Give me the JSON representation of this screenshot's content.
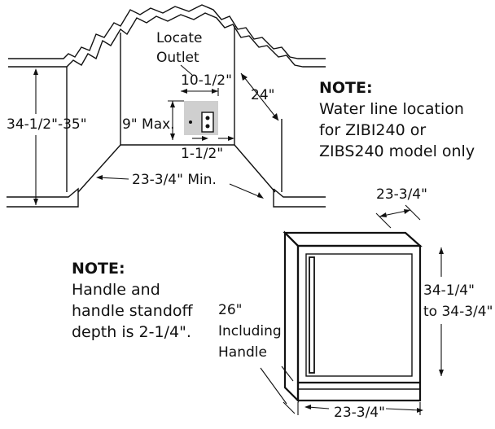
{
  "cutout": {
    "locate_outlet_line1": "Locate",
    "locate_outlet_line2": "Outlet",
    "dim_outlet_width": "10-1/2\"",
    "dim_outlet_height": "9\" Max.",
    "dim_outlet_offset": "1-1/2\"",
    "dim_depth": "24\"",
    "dim_height": "34-1/2\"-35\"",
    "dim_width": "23-3/4\" Min."
  },
  "note_water": {
    "heading": "NOTE:",
    "line1": "Water line location",
    "line2": "for ZIBI240 or",
    "line3": "ZIBS240 model only"
  },
  "note_handle": {
    "heading": "NOTE:",
    "line1": "Handle and",
    "line2": "handle standoff",
    "line3": "depth is 2-1/4\"."
  },
  "unit": {
    "dim_top_depth": "23-3/4\"",
    "dim_height_line1": "34-1/4\"",
    "dim_height_line2": "to 34-3/4\"",
    "dim_depth_line1": "26\"",
    "dim_depth_line2": "Including",
    "dim_depth_line3": "Handle",
    "dim_width": "23-3/4\""
  }
}
